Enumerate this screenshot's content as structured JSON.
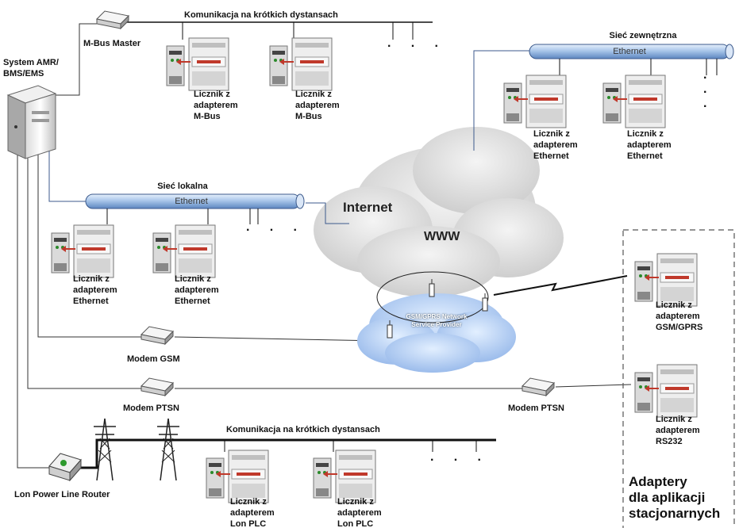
{
  "server": {
    "label_line1": "System AMR/",
    "label_line2": "BMS/EMS"
  },
  "mbus_master": {
    "label": "M-Bus Master"
  },
  "short_range_top": {
    "label": "Komunikacja na krótkich dystansach"
  },
  "short_range_bottom": {
    "label": "Komunikacja na krótkich dystansach"
  },
  "external_net": {
    "title": "Sieć zewnętrzna",
    "bus_label": "Ethernet"
  },
  "local_net": {
    "title": "Sieć lokalna",
    "bus_label": "Ethernet"
  },
  "cloud": {
    "internet": "Internet",
    "www": "WWW",
    "gsm_line1": "GSM/GPRS Network",
    "gsm_line2": "Service Provider"
  },
  "modem_gsm": {
    "label": "Modem GSM"
  },
  "modem_ptsn_left": {
    "label": "Modem PTSN"
  },
  "modem_ptsn_right": {
    "label": "Modem PTSN"
  },
  "lon_router": {
    "label": "Lon Power Line Router"
  },
  "meters": {
    "mbus1": {
      "l1": "Licznik z",
      "l2": "adapterem",
      "l3": "M-Bus"
    },
    "mbus2": {
      "l1": "Licznik z",
      "l2": "adapterem",
      "l3": "M-Bus"
    },
    "eth_ext1": {
      "l1": "Licznik z",
      "l2": "adapterem",
      "l3": "Ethernet"
    },
    "eth_ext2": {
      "l1": "Licznik z",
      "l2": "adapterem",
      "l3": "Ethernet"
    },
    "eth_loc1": {
      "l1": "Licznik z",
      "l2": "adapterem",
      "l3": "Ethernet"
    },
    "eth_loc2": {
      "l1": "Licznik z",
      "l2": "adapterem",
      "l3": "Ethernet"
    },
    "gsm": {
      "l1": "Licznik z",
      "l2": "adapterem",
      "l3": "GSM/GPRS"
    },
    "rs232": {
      "l1": "Licznik z",
      "l2": "adapterem",
      "l3": "RS232"
    },
    "lon1": {
      "l1": "Licznik z",
      "l2": "adapterem",
      "l3": "Lon PLC"
    },
    "lon2": {
      "l1": "Licznik z",
      "l2": "adapterem",
      "l3": "Lon PLC"
    }
  },
  "adapters_box": {
    "l1": "Adaptery",
    "l2": "dla aplikacji",
    "l3": "stacjonarnych"
  },
  "continuation": "· · ·"
}
